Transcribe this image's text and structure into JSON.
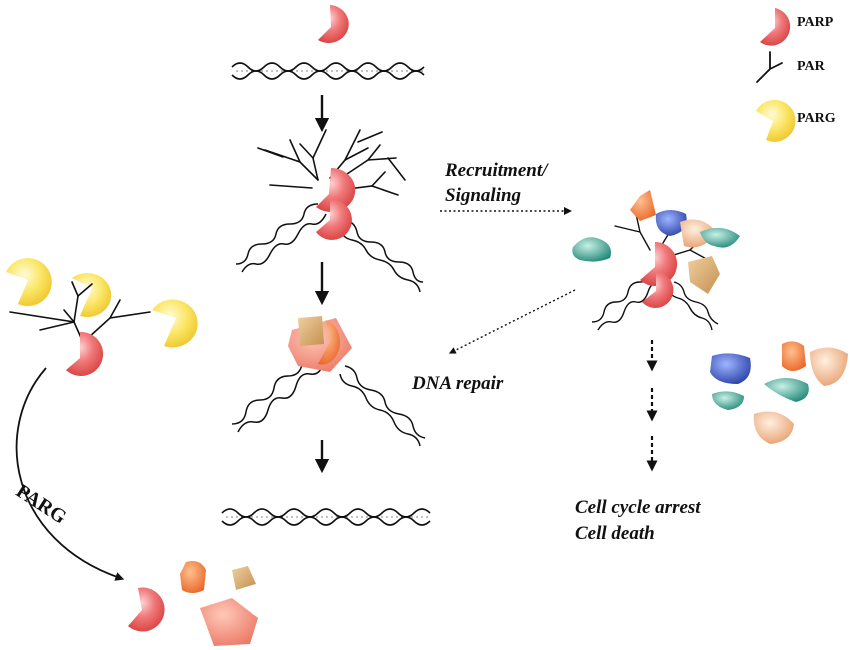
{
  "legend": {
    "parp_label": "PARP",
    "par_label": "PAR",
    "parg_label": "PARG"
  },
  "labels": {
    "recruitment": "Recruitment/",
    "signaling": "Signaling",
    "dna_repair": "DNA repair",
    "arrest": "Cell cycle arrest",
    "death": "Cell death",
    "parg_pathway": "PARG"
  },
  "colors": {
    "parp": "#e8585c",
    "parg": "#f6d83a",
    "orange": "#f07a3a",
    "tan": "#d9a86a",
    "blue": "#3d5fc0",
    "teal": "#2f9c8c",
    "peach": "#f0a070",
    "salmon": "#f08a78",
    "dna": "#111111"
  }
}
